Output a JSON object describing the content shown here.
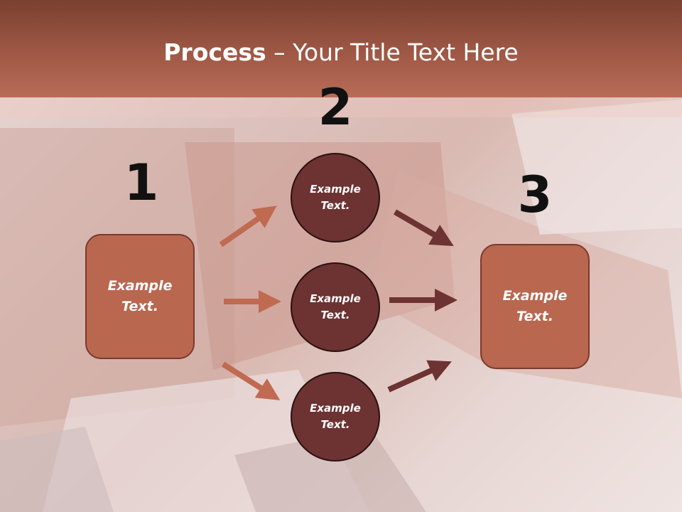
{
  "slide": {
    "title_bold": "Process",
    "title_dash": " – ",
    "title_rest": "Your Title Text Here"
  },
  "diagram": {
    "numbers": [
      "1",
      "2",
      "3"
    ],
    "left_box": "Example\nText.",
    "circles": [
      "Example\nText.",
      "Example\nText.",
      "Example\nText."
    ],
    "right_box": "Example\nText."
  },
  "colors": {
    "title_bar": "#9c5643",
    "box_fill": "#b9674f",
    "circle_fill": "#6d3232",
    "arrow_light": "#c06a52",
    "arrow_dark": "#6d3232"
  }
}
